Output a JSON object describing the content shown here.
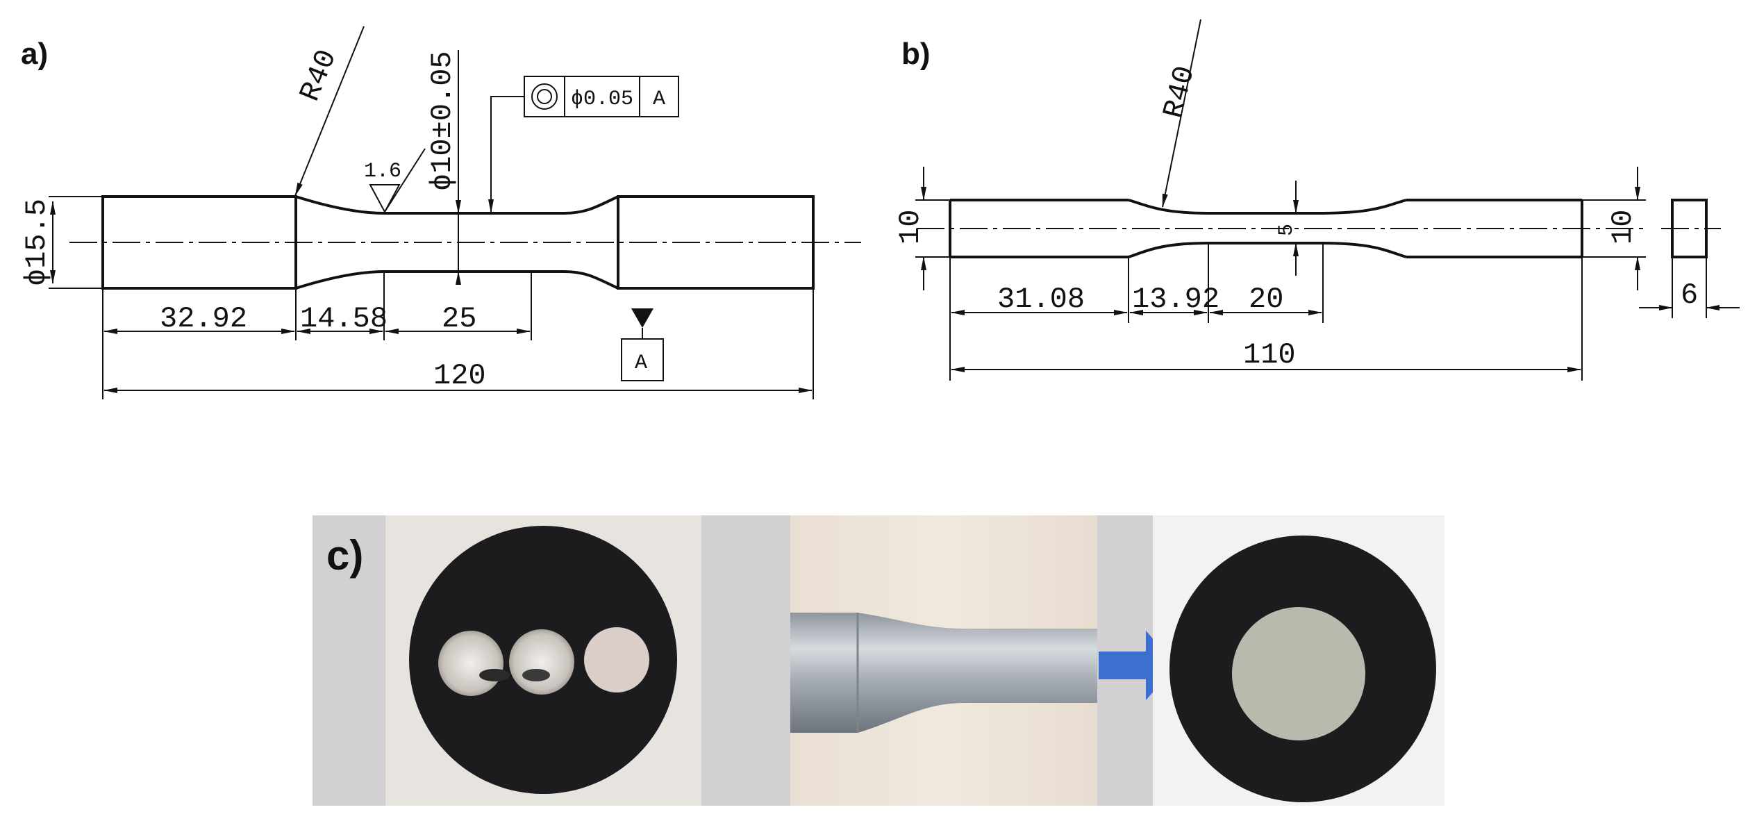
{
  "figure": {
    "panel_a": {
      "label": "a)",
      "radius": "R40",
      "diameter_end": "ϕ15.5",
      "diameter_mid": "ϕ10±0.05",
      "roughness": "1.6",
      "tolerance_value": "ϕ0.05",
      "datum": "A",
      "dims": [
        "32.92",
        "14.58",
        "25",
        "120"
      ]
    },
    "panel_b": {
      "label": "b)",
      "radius": "R40",
      "height_left": "10",
      "height_mid": "5",
      "height_right": "10",
      "thickness": "6",
      "dims": [
        "31.08",
        "13.92",
        "20",
        "110"
      ]
    },
    "panel_c": {
      "label": "c)"
    },
    "colors": {
      "line": "#111111",
      "photo_bg": "#d2d0d3",
      "arrow": "#3b6fd0",
      "rubber": "#1c1c1e"
    }
  }
}
